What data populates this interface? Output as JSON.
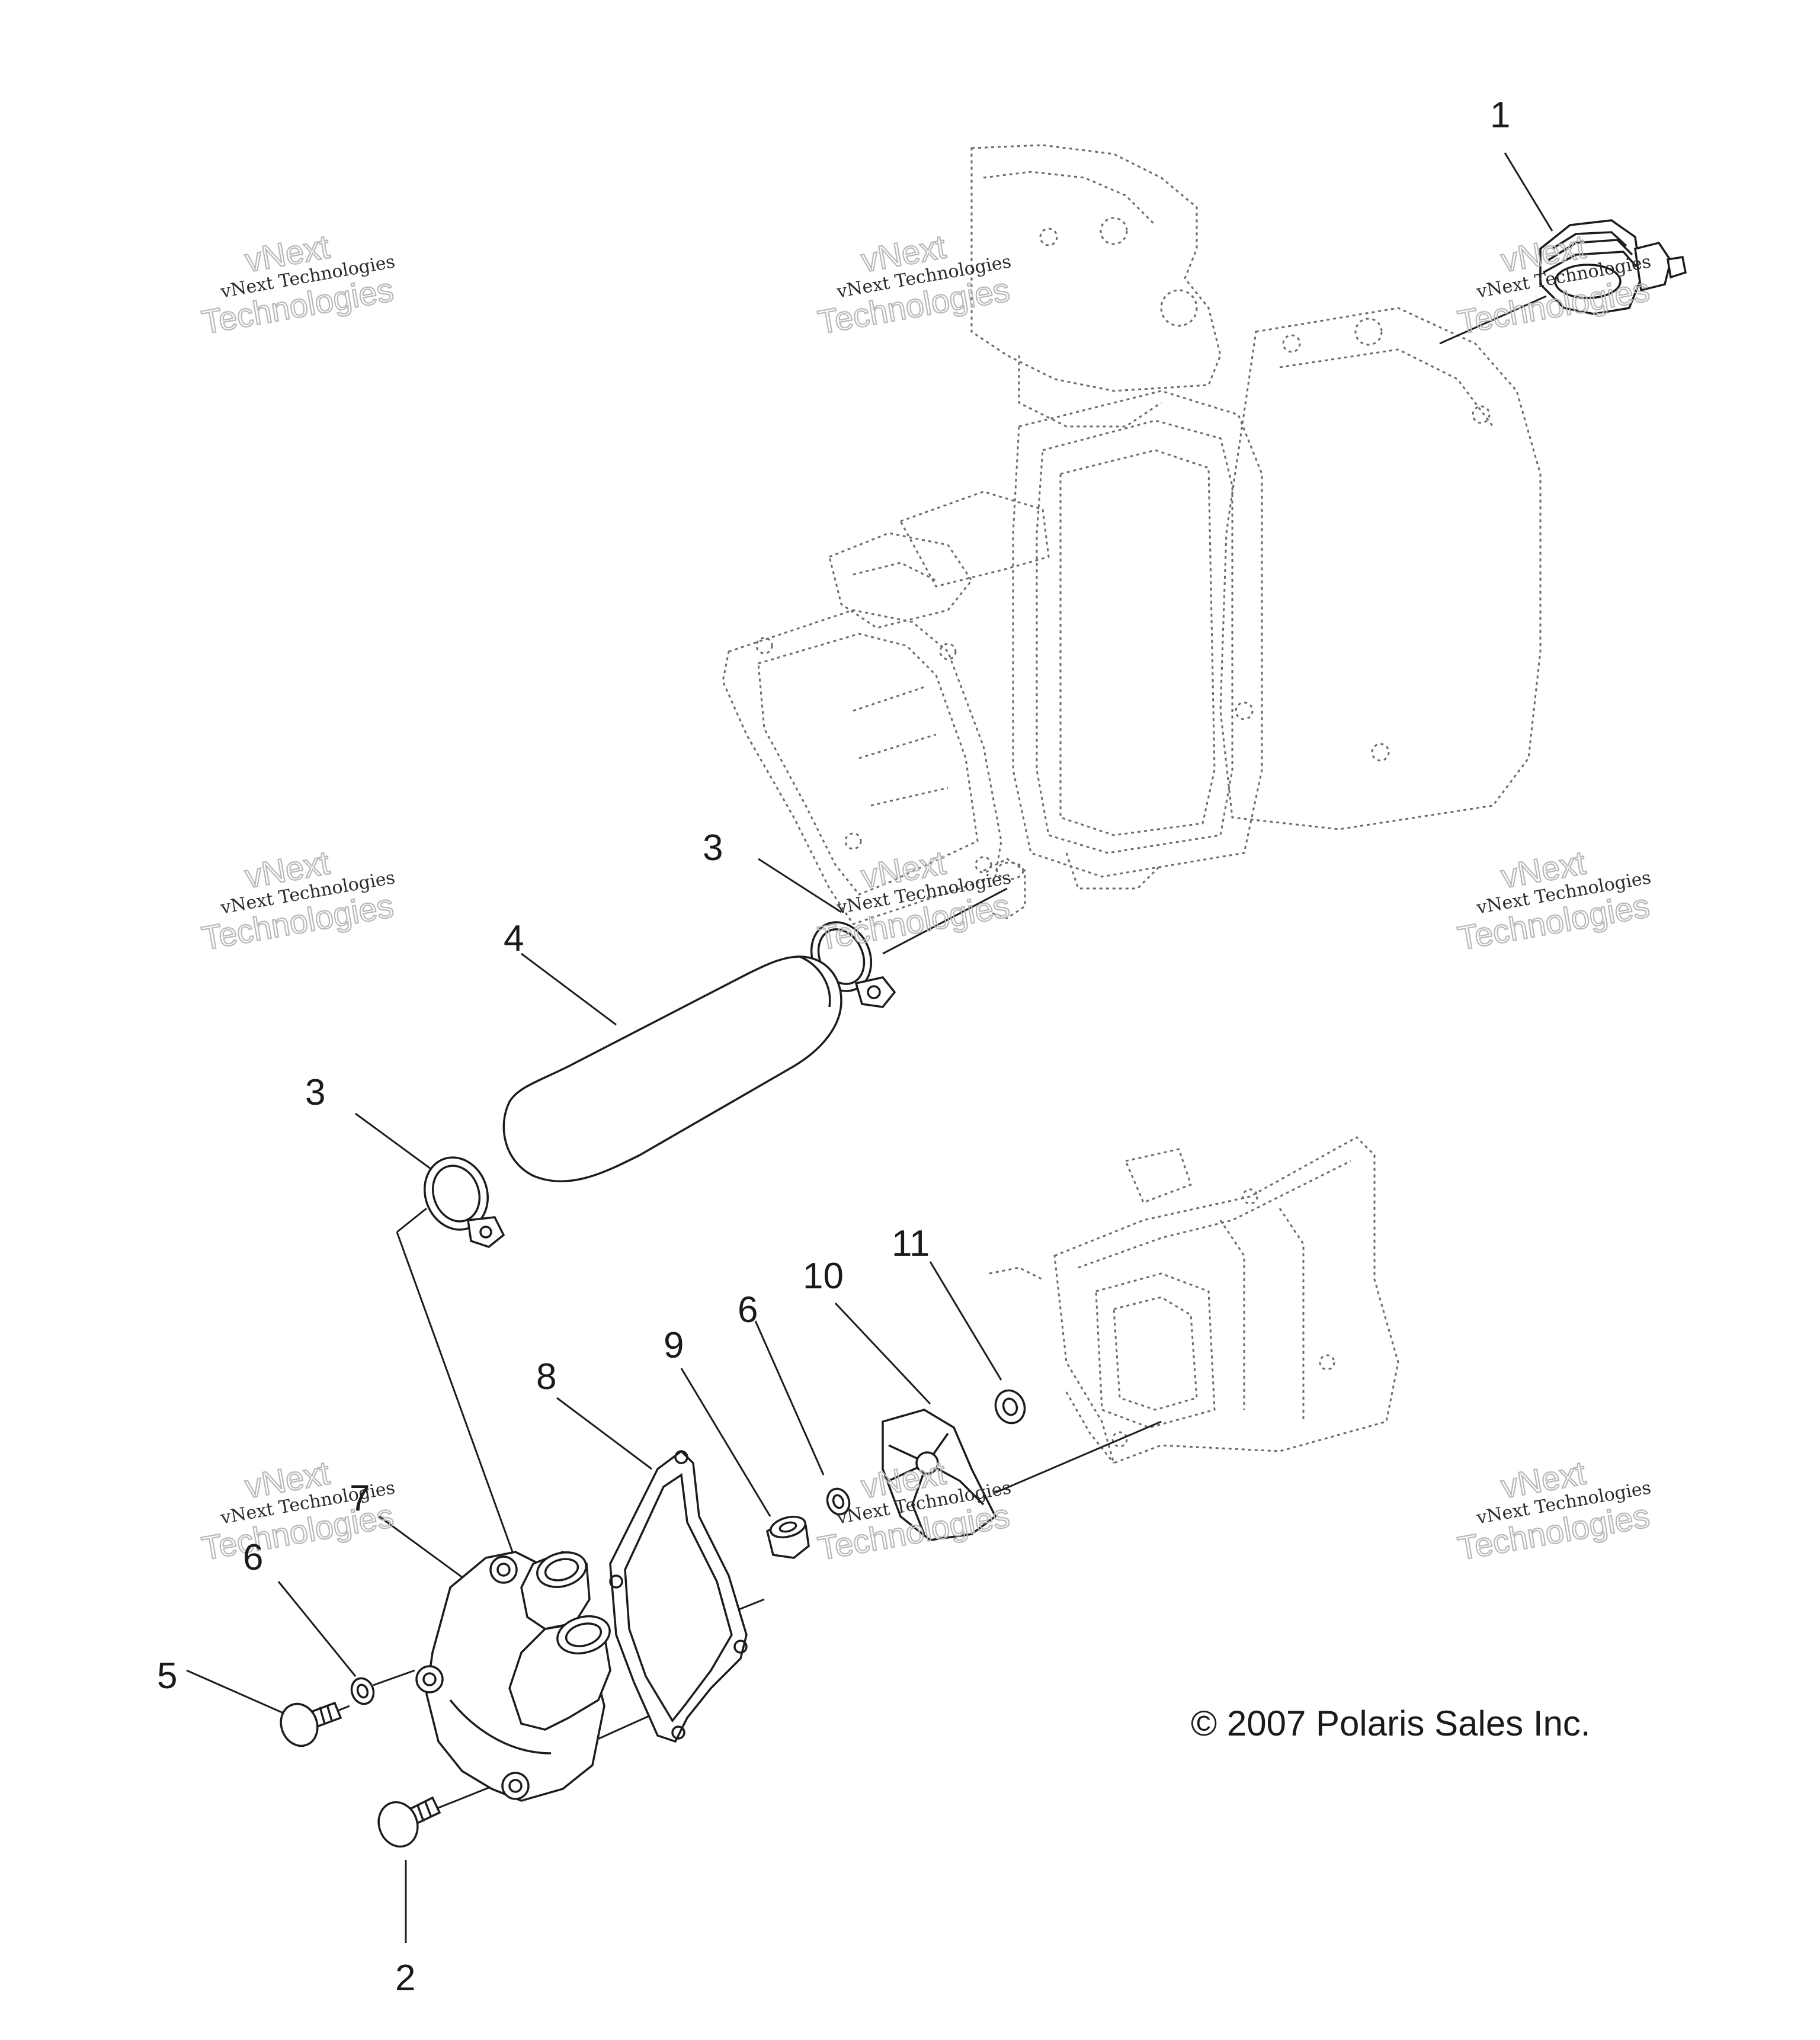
{
  "diagram": {
    "copyright": "© 2007 Polaris Sales Inc.",
    "watermark": {
      "line1": "vNext",
      "line2": "vNext Technologies",
      "line3": "Technologies"
    },
    "callouts": {
      "c1": "1",
      "c2": "2",
      "c3a": "3",
      "c3b": "3",
      "c4": "4",
      "c5": "5",
      "c6a": "6",
      "c6b": "6",
      "c7": "7",
      "c8": "8",
      "c9": "9",
      "c10": "10",
      "c11": "11"
    }
  }
}
